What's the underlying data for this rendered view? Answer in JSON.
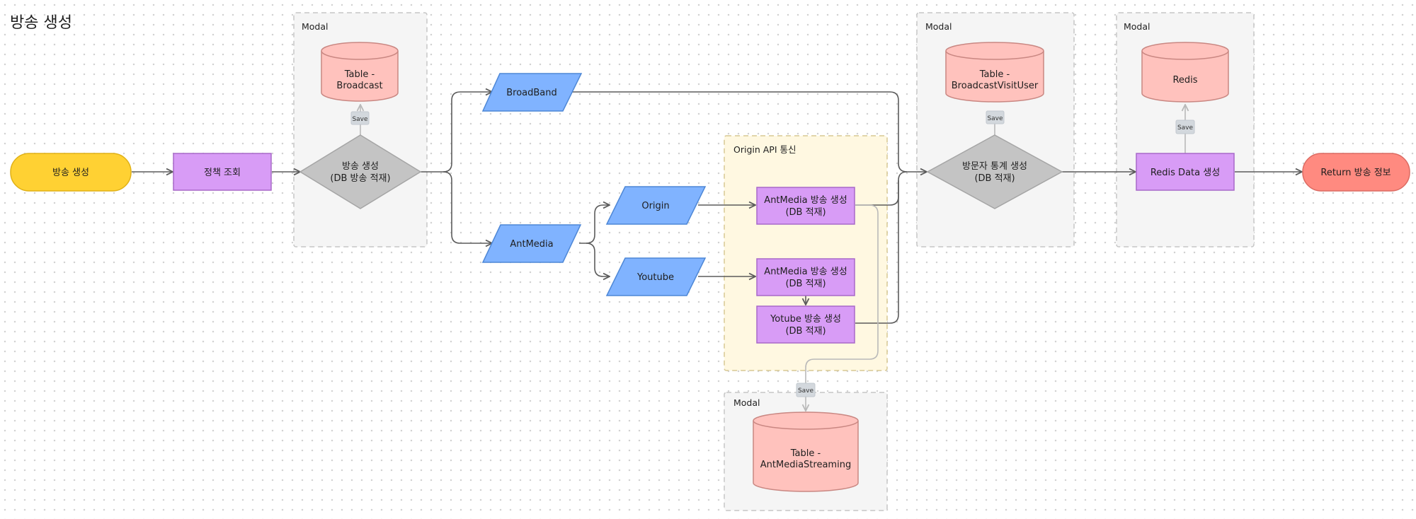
{
  "title": "방송 생성",
  "groups": {
    "modal1": "Modal",
    "modal2": "Modal",
    "modal3": "Modal",
    "modal4": "Modal",
    "origin_api": "Origin API 통신"
  },
  "nodes": {
    "start": "방송 생성",
    "policy": "정책 조회",
    "decision_create": [
      "방송 생성",
      "(DB 방송 적재)"
    ],
    "table_broadcast": [
      "Table -",
      "Broadcast"
    ],
    "broadband": "BroadBand",
    "antmedia": "AntMedia",
    "origin": "Origin",
    "youtube": "Youtube",
    "am_create_1": [
      "AntMedia 방송 생성",
      "(DB 적재)"
    ],
    "am_create_2": [
      "AntMedia 방송 생성",
      "(DB 적재)"
    ],
    "yt_create": [
      "Yotube 방송 생성",
      "(DB 적재)"
    ],
    "table_streaming": [
      "Table -",
      "AntMediaStreaming"
    ],
    "decision_visit": [
      "방문자 통계 생성",
      "(DB 적재)"
    ],
    "table_visit": [
      "Table -",
      "BroadcastVisitUser"
    ],
    "redis_create": "Redis Data 생성",
    "redis": "Redis",
    "return": "Return 방송 정보"
  },
  "save_labels": [
    "Save",
    "Save",
    "Save",
    "Save"
  ],
  "colors": {
    "start": "#ffd133",
    "process": "#d89cf6",
    "io": "#80b3ff",
    "database": "#ffc2bd",
    "decision": "#c4c4c4",
    "terminal_end": "#ff8a80",
    "group_modal": "#f5f5f5",
    "group_origin": "#fff8e1"
  }
}
